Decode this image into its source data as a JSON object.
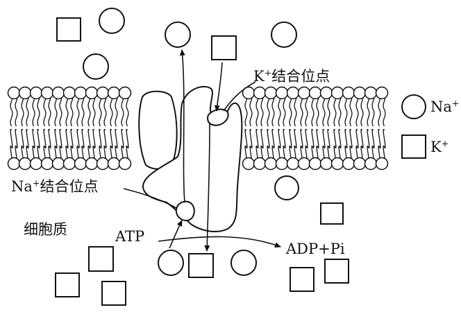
{
  "labels": {
    "k_site": {
      "ion": "K",
      "charge": "+",
      "text": "结合位点"
    },
    "na_site": {
      "ion": "Na",
      "charge": "+",
      "text": "结合位点"
    },
    "cytoplasm": "细胞质",
    "atp": "ATP",
    "adp_pi": "ADP+Pi"
  },
  "legend": {
    "na": {
      "ion": "Na",
      "charge": "+"
    },
    "k": {
      "ion": "K",
      "charge": "+"
    }
  },
  "colors": {
    "ink": "#111111",
    "background": "#ffffff"
  }
}
